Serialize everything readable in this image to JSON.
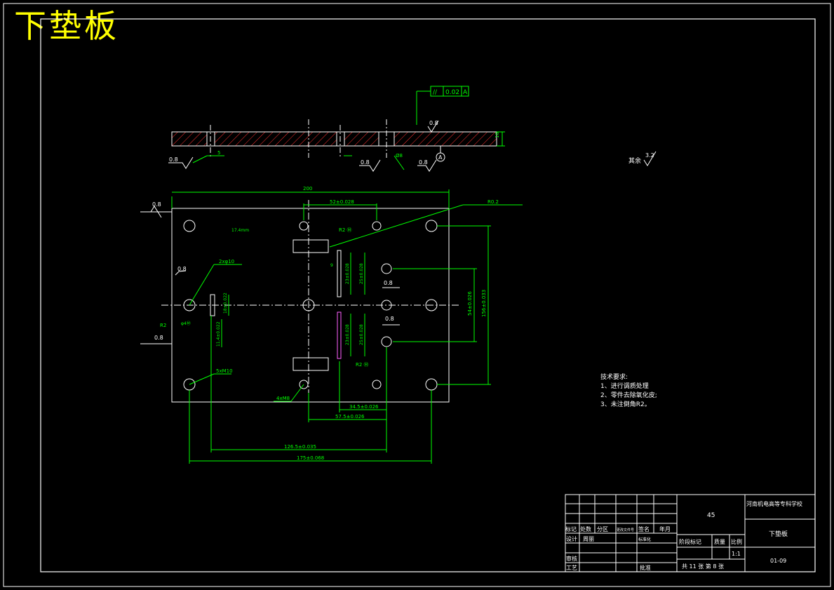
{
  "title": "下垫板",
  "tolerance_frame": {
    "symbol": "//",
    "value": "0.02",
    "datum": "A"
  },
  "section_view": {
    "roughness_marks": [
      "0.8",
      "0.8",
      "0.8",
      "0.8"
    ],
    "dim_thickness": "10",
    "dim_slot": "5",
    "dim_hole": "Ø8",
    "datum_label": "A"
  },
  "other_roughness": {
    "label": "其余",
    "value": "3.2"
  },
  "plan_view": {
    "dim_overall_width": "200",
    "dim_52": "52±0.028",
    "dim_r0_2": "R0.2",
    "dim_r2_top": "R2 Ⓜ",
    "dim_r2_bottom": "R2 Ⓜ",
    "dim_r2_left": "R2",
    "dim_2xphi10": "2xφ10",
    "dim_5xm10": "5xM10",
    "dim_4xm8": "4xM8",
    "dim_54": "54±0.026",
    "dim_156": "156±0.033",
    "dim_34_5": "34.5±0.026",
    "dim_57_5": "57.5±0.026",
    "dim_126_5": "126.5±0.035",
    "dim_175": "175±0.068",
    "dim_11_4": "11.4±0.022",
    "dim_small_1": "17.4mm",
    "dim_small_2": "φ4Ⓜ",
    "dim_small_3": "9",
    "dim_v1": "23±0.028",
    "dim_v2": "25±0.028",
    "dim_v3": "23±0.028",
    "dim_v4": "25±0.028",
    "dim_v5": "18±0.022",
    "roughness": [
      "0.8",
      "0.8",
      "0.8",
      "0.8",
      "0.8"
    ]
  },
  "tech_requirements": {
    "heading": "技术要求:",
    "items": [
      "1、进行调质处理",
      "2、零件去除氧化皮;",
      "3、未注倒角R2。"
    ]
  },
  "title_block": {
    "material": "45",
    "school": "河南机电高等专科学校",
    "part_name": "下垫板",
    "drawing_no": "01-09",
    "scale": "1:1",
    "row_labels": [
      "标记",
      "处数",
      "分区",
      "更改文件号",
      "签名",
      "年月"
    ],
    "design": "设计",
    "designer": "周丽",
    "standardize": "标准化",
    "stage_mark": "阶段标记",
    "weight": "质量",
    "ratio": "比例",
    "review": "审核",
    "process": "工艺",
    "approve": "批准",
    "sheets": "共 11 张 第 8 张"
  }
}
